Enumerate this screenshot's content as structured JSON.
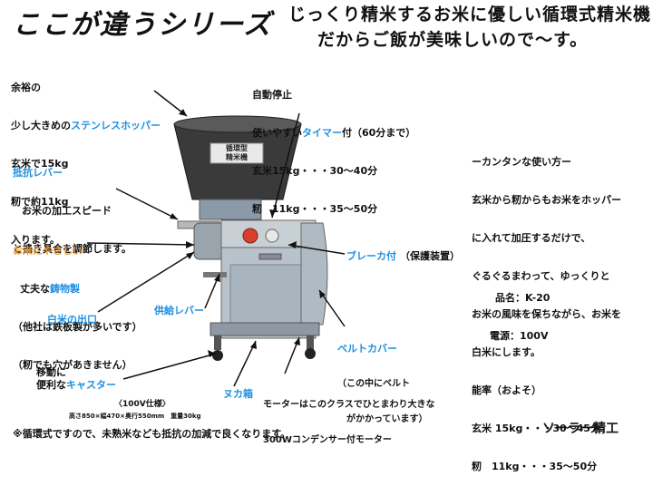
{
  "header": {
    "title_left": "ここが違うシリーズ",
    "title_right_line1": "じっくり精米するお米に優しい循環式精米機",
    "title_right_line2": "だからご飯が美味しいので〜す。"
  },
  "hopper": {
    "line1": "余裕の",
    "line2_pre": "少し大きめの",
    "line2_em": "ステンレスホッパー",
    "line3": "玄米で15kg",
    "line4": "籾で約11kg",
    "line5": "入ります。"
  },
  "timer": {
    "line1": "自動停止",
    "line2_pre": "使いやすい",
    "line2_em": "タイマー",
    "line2_post": "付（60分まで）",
    "line3": "玄米15kg・・・30〜40分",
    "line4": "籾　11kg・・・35〜50分"
  },
  "lever": {
    "title": "抵抗レバー",
    "line1": "お米の加工スピード",
    "line2": "と搗き具合を調節します。"
  },
  "gentle": {
    "title": "お米にやさしい",
    "line1_pre": "丈夫な",
    "line1_em": "鋳物製",
    "line2": "（他社は鉄板製が多いです）",
    "line3": "（籾でも穴があきません）"
  },
  "howto": {
    "title": "ーカンタンな使い方ー",
    "lines": [
      "玄米から籾からもお米をホッパー",
      "に入れて加圧するだけで、",
      "ぐるぐるまわって、ゆっくりと",
      "お米の風味を保ちながら、お米を",
      "白米にします。"
    ]
  },
  "capacity": {
    "title": "能率（およそ）",
    "line1": "玄米 15kg・・・30〜45分",
    "line2": "籾　11kg・・・35〜50分"
  },
  "spec": {
    "model": "品名：K-20",
    "power": "電源：100V"
  },
  "machine": {
    "label_line1": "循環型",
    "label_line2": "精米機"
  },
  "labels": {
    "breaker": "ブレーカ付",
    "breaker_note": "（保護装置）",
    "outlet": "白米の出口",
    "feed_lever": "供給レバー",
    "belt_cover": "ベルトカバー",
    "belt_note1": "（この中にベルト",
    "belt_note2": "がかかっています）",
    "caster_line1": "移動に",
    "caster_line2_pre": "便利な",
    "caster_line2_em": "キャスター",
    "bran_box": "ヌカ箱",
    "motor_line1": "モーターはこのクラスでひとまわり大きな",
    "motor_line2": "300Wコンデンサー付モーター"
  },
  "footer": {
    "spec_title": "〈100V仕様〉",
    "dimensions": "高さ850×幅470×奥行550mm　重量30kg",
    "note": "※循環式ですので、未熟米なども抵抗の加減で良くなります。",
    "company": "ソーラー精工"
  }
}
